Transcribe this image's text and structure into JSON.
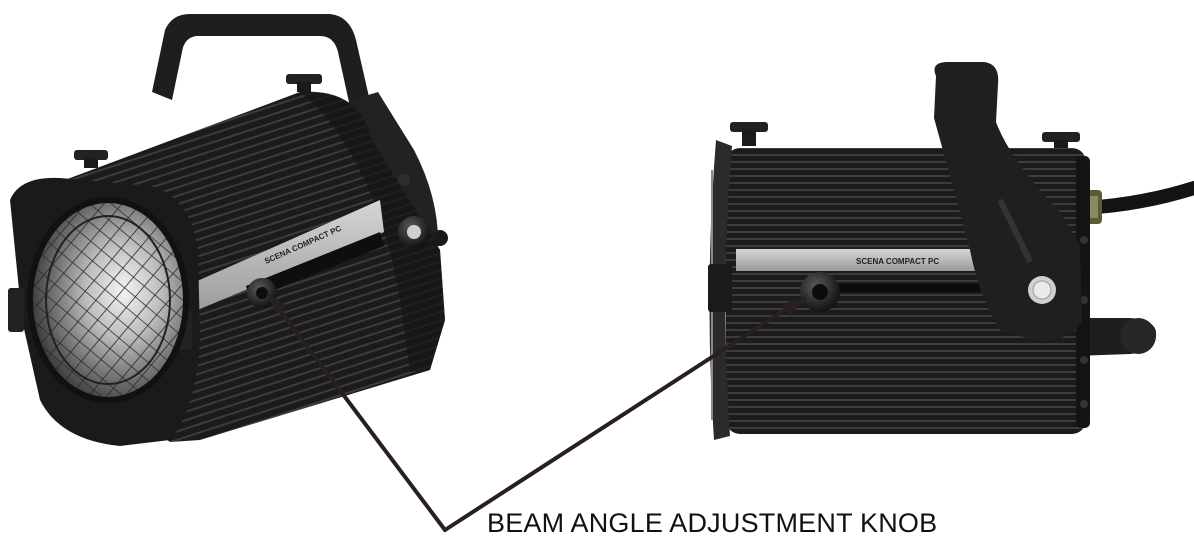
{
  "caption": "BEAM ANGLE ADJUSTMENT KNOB",
  "product_label_left": "SCENA COMPACT PC",
  "product_label_right": "SCENA COMPACT PC",
  "colors": {
    "body": "#1c1c1c",
    "rib": "#3a3a3a",
    "band": "#b9b9b9",
    "arrow": "#2a1f1f",
    "lens_glow": "#e9e9e9"
  }
}
